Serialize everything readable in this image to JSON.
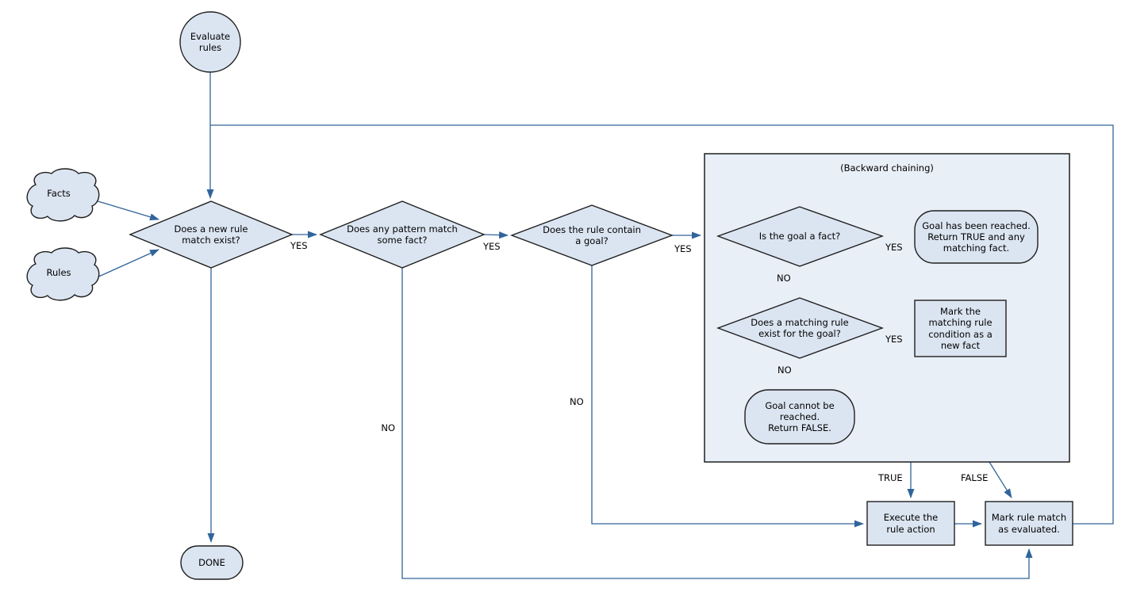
{
  "diagram": {
    "container_title": "(Backward chaining)",
    "nodes": {
      "start": "Evaluate\nrules",
      "facts": "Facts",
      "rules": "Rules",
      "new_rule_match": "Does a new rule\nmatch exist?",
      "pattern_match": "Does any pattern match\nsome fact?",
      "rule_contains_goal": "Does the rule contain\na goal?",
      "goal_is_fact": "Is the goal a fact?",
      "goal_reached": "Goal has been reached.\nReturn TRUE and any\nmatching fact.",
      "matching_rule_exists": "Does a matching rule\nexist for the goal?",
      "mark_condition": "Mark the\nmatching rule\ncondition as a\nnew fact",
      "goal_not_reached": "Goal cannot be\nreached.\nReturn FALSE.",
      "execute_action": "Execute the\nrule action",
      "mark_evaluated": "Mark rule match\nas evaluated.",
      "done": "DONE"
    },
    "edge_labels": {
      "d1_yes": "YES",
      "d2_yes": "YES",
      "d3_yes": "YES",
      "goal_fact_yes": "YES",
      "matching_rule_yes": "YES",
      "d2_no": "NO",
      "d3_no": "NO",
      "goal_fact_no": "NO",
      "matching_rule_no": "NO",
      "true_label": "TRUE",
      "false_label": "FALSE"
    },
    "colors": {
      "background": "#ffffff",
      "shape_fill": "#dbe5f1",
      "container_fill": "#e9eff7",
      "shape_border": "#1f1f1f",
      "connector": "#31649b",
      "text": "#000000"
    }
  }
}
